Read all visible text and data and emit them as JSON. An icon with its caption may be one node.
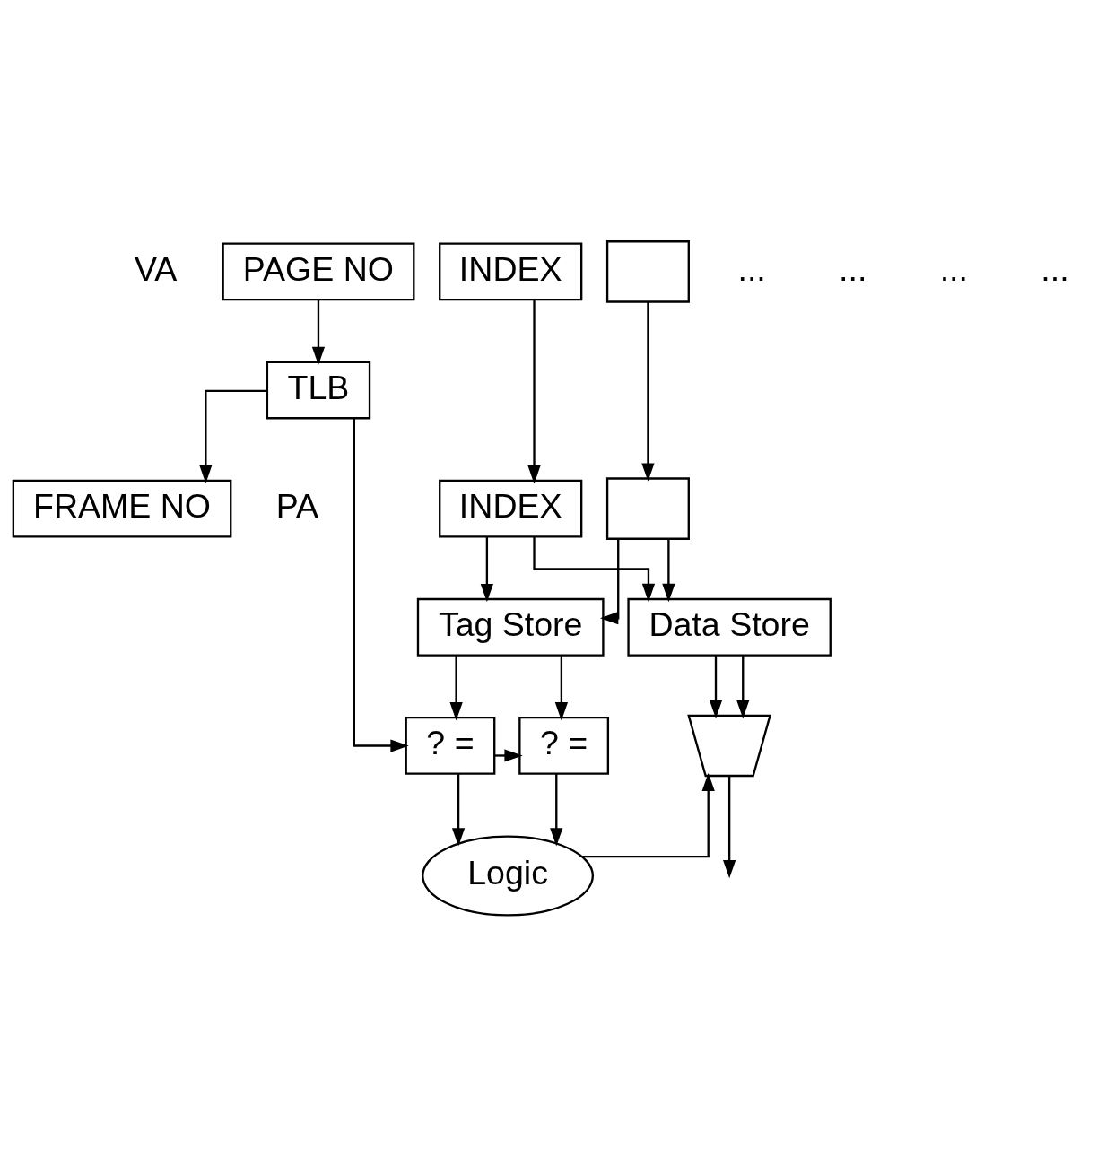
{
  "diagram": {
    "nodes": [
      {
        "text": [
          "PAGE NO"
        ],
        "beside": [
          "VA"
        ]
      },
      {
        "text": [
          "INDEX"
        ]
      },
      {
        "text": [],
        "shape": "box"
      },
      {
        "text": [
          "TLB"
        ]
      },
      {
        "text": [
          "FRAME NO"
        ],
        "beside": [
          "PA"
        ]
      },
      {
        "text": [
          "INDEX"
        ]
      },
      {
        "text": [],
        "shape": "box"
      },
      {
        "text": [
          "Tag Store"
        ]
      },
      {
        "text": [
          "Data Store"
        ]
      },
      {
        "text": [
          "? ="
        ]
      },
      {
        "text": [
          "? ="
        ]
      },
      {
        "text": [],
        "shape": "trapezoid"
      },
      {
        "text": [
          "Logic"
        ]
      }
    ],
    "edges": [
      {
        "from": 0,
        "to": 3,
        "arrow": "to"
      },
      {
        "from": 1,
        "to": 5,
        "arrow": "to"
      },
      {
        "from": 2,
        "to": 6,
        "arrow": "to"
      },
      {
        "from": 3,
        "to": 4,
        "arrow": "to"
      },
      {
        "from": 3,
        "to": 9,
        "arrow": "to"
      },
      {
        "from": 5,
        "to": 7,
        "arrow": "to"
      },
      {
        "from": 5,
        "to": 8,
        "arrow": "to"
      },
      {
        "from": 6,
        "to": 7,
        "arrow": "to"
      },
      {
        "from": 6,
        "to": 8,
        "arrow": "to"
      },
      {
        "from": 7,
        "to": 9,
        "arrow": "to"
      },
      {
        "from": 7,
        "to": 10,
        "arrow": "to"
      },
      {
        "from": 9,
        "to": 10,
        "arrow": "to"
      },
      {
        "from": 8,
        "to": 11,
        "arrow": "to"
      },
      {
        "from": 8,
        "to": 11,
        "arrow": "to"
      },
      {
        "from": 9,
        "to": 12,
        "arrow": "to"
      },
      {
        "from": 10,
        "to": 12,
        "arrow": "to"
      },
      {
        "from": 12,
        "to": 11,
        "arrow": "to"
      },
      {
        "from": 11,
        "to": null,
        "arrow": "to"
      }
    ],
    "labels": [
      "...",
      "...",
      "...",
      "..."
    ]
  }
}
